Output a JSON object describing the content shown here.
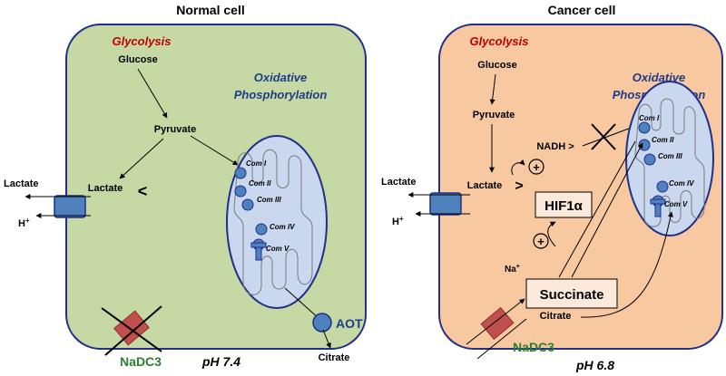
{
  "colors": {
    "normal_fill": "#c6d9a5",
    "cancer_fill": "#f8c8a0",
    "cell_border": "#1f2f8a",
    "mito_fill": "#c9d8ee",
    "complex_fill": "#4f81bd",
    "transporter_fill": "#4f81bd",
    "nadc3_fill": "#c0504d",
    "glycolysis_text": "#c00000",
    "oxphos_text": "#1f3c88",
    "nadc3_text": "#2e7d32",
    "aot_text": "#1f3c88"
  },
  "icons": {
    "transporter": "transporter-box-icon",
    "complex": "complex-circle-icon",
    "blocked": "x-cross-icon",
    "activation": "plus-circle-icon"
  },
  "normal": {
    "title": "Normal cell",
    "glycolysis": "Glycolysis",
    "glucose": "Glucose",
    "oxphos_line1": "Oxidative",
    "oxphos_line2": "Phosphorylation",
    "pyruvate": "Pyruvate",
    "lactate_inside": "Lactate",
    "compare_sign": "<",
    "lactate_out": "Lactate",
    "proton": "H",
    "proton_sup": "+",
    "complexes": [
      "Com I",
      "Com II",
      "Com III",
      "Com IV",
      "Com V"
    ],
    "aot": "AOT",
    "citrate": "Citrate",
    "nadc3": "NaDC3",
    "ph": "pH 7.4"
  },
  "cancer": {
    "title": "Cancer cell",
    "glycolysis": "Glycolysis",
    "glucose": "Glucose",
    "oxphos_line1": "Oxidative",
    "oxphos_line2": "Phosphorylation",
    "pyruvate": "Pyruvate",
    "nadh": "NADH >",
    "plus": "+",
    "lactate_inside": "Lactate",
    "compare_sign": ">",
    "hif": "HIF1α",
    "lactate_out": "Lactate",
    "proton": "H",
    "proton_sup": "+",
    "complexes": [
      "Com I",
      "Com II",
      "Com III",
      "Com IV",
      "Com V"
    ],
    "sodium": "Na",
    "sodium_sup": "+",
    "succinate": "Succinate",
    "citrate": "Citrate",
    "nadc3": "NaDC3",
    "ph": "pH 6.8"
  }
}
